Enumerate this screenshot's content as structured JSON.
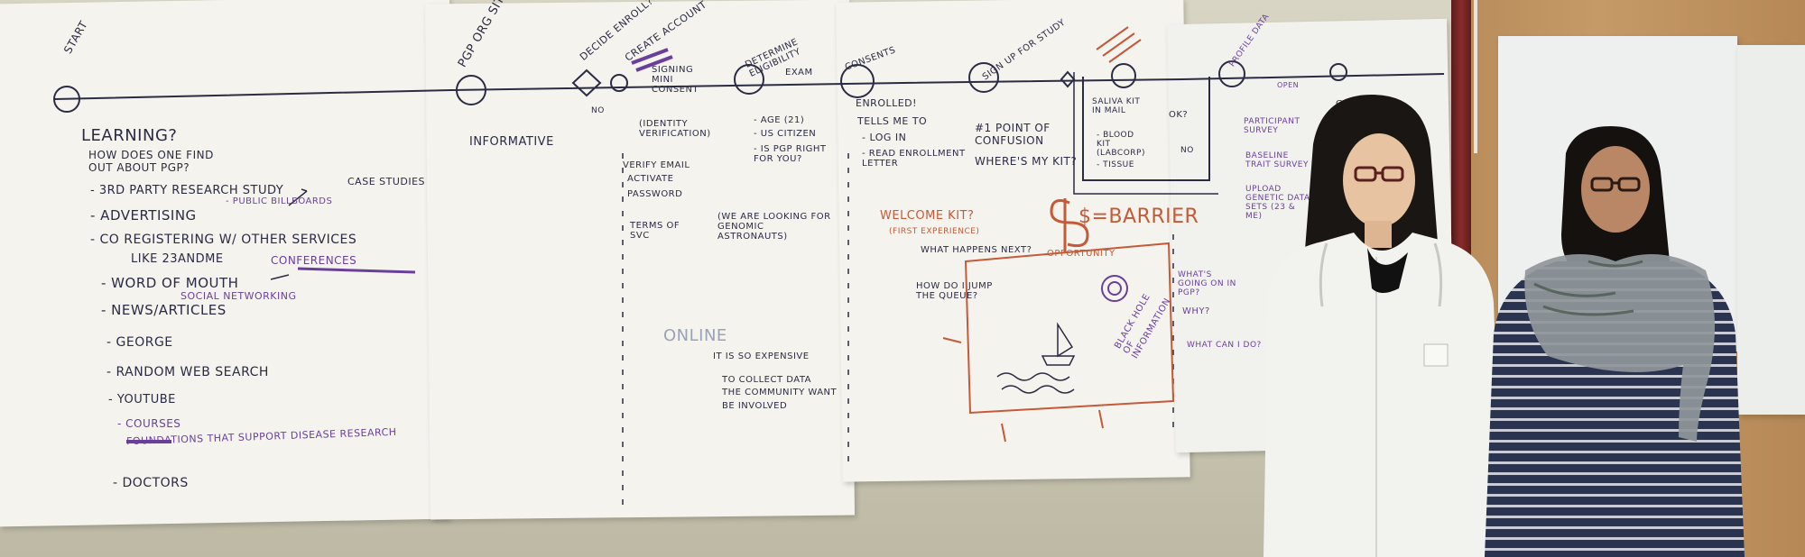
{
  "left_sheet": {
    "start": "START",
    "learning": "LEARNING?",
    "question": "HOW DOES ONE FIND OUT ABOUT PGP?",
    "items": [
      "- 3RD PARTY RESEARCH STUDY",
      "- ADVERTISING",
      "- CO REGISTERING W/ OTHER SERVICES",
      "LIKE 23ANDME",
      "- WORD OF MOUTH",
      "- NEWS/ARTICLES",
      "- GEORGE",
      "- RANDOM WEB SEARCH",
      "- YOUTUBE",
      "- COURSES",
      "FOUNDATIONS THAT SUPPORT DISEASE RESEARCH",
      "- DOCTORS"
    ],
    "side_notes": [
      "- PUBLIC BILLBOARDS",
      "CASE STUDIES",
      "CONFERENCES",
      "SOCIAL NETWORKING"
    ]
  },
  "sheet2": {
    "pgp_site": "PGP ORG SITE",
    "informative": "INFORMATIVE",
    "decide": "DECIDE ENROLL?",
    "create": "CREATE ACCOUNT",
    "signing": "SIGNING MINI CONSENT",
    "identity": "(IDENTITY VERIFICATION)",
    "verify": "VERIFY EMAIL",
    "activate": "ACTIVATE",
    "password": "PASSWORD",
    "terms": "TERMS OF SVC",
    "no": "NO",
    "online": "ONLINE"
  },
  "sheet3": {
    "exam": "EXAM",
    "eligibility": "DETERMINE ELIGIBILITY",
    "age": "- AGE (21)",
    "us": "- US CITIZEN",
    "is": "- IS PGP RIGHT FOR YOU?",
    "genomic": "(WE ARE LOOKING FOR GENOMIC ASTRONAUTS)",
    "expensive": "IT IS SO EXPENSIVE",
    "collect": "TO COLLECT DATA",
    "community": "THE COMMUNITY WANT",
    "involved": "BE INVOLVED"
  },
  "sheet4": {
    "consents": "CONSENTS",
    "enrolled": "ENROLLED!",
    "tells": "TELLS ME TO",
    "log_in": "- LOG IN",
    "read": "- READ ENROLLMENT LETTER",
    "one_point": "#1 POINT OF CONFUSION",
    "where_kit": "WHERE'S MY KIT?",
    "sign_up": "SIGN UP FOR STUDY",
    "welcome": "WELCOME KIT?",
    "first_exp": "(FIRST EXPERIENCE)",
    "what_happens": "WHAT HAPPENS NEXT?",
    "jump": "HOW DO I JUMP THE QUEUE?",
    "barrier": "$=BARRIER",
    "opportunity": "OPPORTUNITY",
    "black_hole": "BLACK HOLE OF INFORMATION"
  },
  "sheet5": {
    "saliva": "SALIVA KIT IN MAIL",
    "blood": "- BLOOD KIT (LABCORP)",
    "tissue": "- TISSUE",
    "ok": "OK?",
    "yes_no": "NO",
    "profile": "PROFILE DATA",
    "participant": "PARTICIPANT SURVEY",
    "baseline": "BASELINE TRAIT SURVEY",
    "upload": "UPLOAD GENETIC DATA SETS (23 & ME)",
    "get_kit": "GET KIT",
    "whats_going": "WHAT'S GOING ON IN PGP?",
    "why": "WHY?",
    "what_can": "WHAT CAN I DO?",
    "open": "OPEN"
  },
  "scene": {
    "colors": {
      "wall": "#cfccb9",
      "paper": "#f4f3ee",
      "ink_dark": "#2b2b44",
      "ink_purple": "#6a3f9b",
      "ink_orange": "#c45a38",
      "wood": "#c39865",
      "pillar": "#7a2424",
      "hoodie": "#f2f2ef",
      "stripe_navy": "#2a3450"
    },
    "people": [
      "woman-in-white-hoodie",
      "woman-in-striped-sweater-and-scarf"
    ]
  }
}
